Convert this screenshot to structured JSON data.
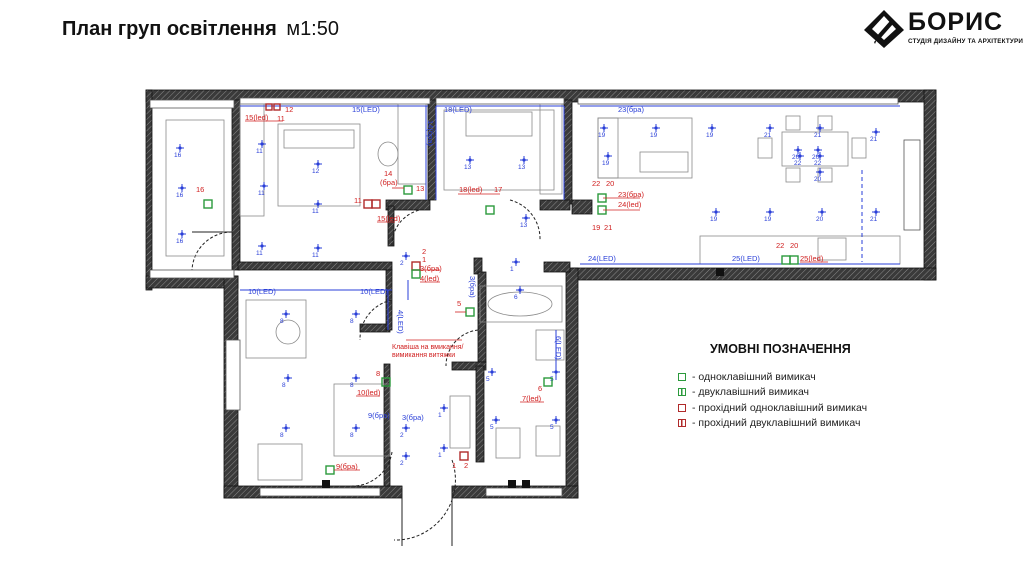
{
  "header": {
    "title": "План груп освітлення",
    "scale": "м1:50"
  },
  "logo": {
    "name": "БОРИС",
    "subtitle": "СТУДІЯ ДИЗАЙНУ ТА АРХІТЕКТУРИ"
  },
  "legend": {
    "title": "УМОВНІ ПОЗНАЧЕННЯ",
    "items": [
      {
        "symbol": "single-switch",
        "label": "- одноклавішний вимикач"
      },
      {
        "symbol": "double-switch",
        "label": "- двуклавішний вимикач"
      },
      {
        "symbol": "passthrough-single-switch",
        "label": "- прохідний одноклавішний вимикач"
      },
      {
        "symbol": "passthrough-double-switch",
        "label": "- прохідний двуклавішний вимикач"
      }
    ]
  },
  "annotations": {
    "switch_note_line1": "Клавіша на вмикання/",
    "switch_note_line2": "вимикання витяжки"
  },
  "colors": {
    "wall": "#1e1e1e",
    "wall_hatch": "#6b6b6b",
    "furniture": "#8a8a8a",
    "lamp": "#2a3fd8",
    "switch_label": "#d02020",
    "switch_green": "#2b9a3c",
    "passthrough_red": "#b02a2a"
  },
  "labels": {
    "l1": "15(LED)",
    "l2": "18(LED)",
    "l3": "23(бра)",
    "l4": "14(бра)",
    "l5": "15(led)",
    "l6": "12",
    "l7": "11",
    "l8": "14",
    "l9": "(бра)",
    "l10": "15(led)",
    "l11": "11",
    "l12": "13",
    "l13": "18(led)",
    "l14": "17",
    "l15": "22",
    "l16": "20",
    "l17": "23(бра)",
    "l18": "24(led)",
    "l19": "19",
    "l20": "19",
    "l21": "21",
    "l22": "16",
    "l23": "2",
    "l24": "1",
    "l25": "3(бра)",
    "l26": "4(led)",
    "l27": "24(LED)",
    "l28": "25(LED)",
    "l29": "22",
    "l30": "20",
    "l31": "25(led)",
    "l32": "10(LED)",
    "l33": "10(LED)",
    "l34": "4(LED)",
    "l35": "4(LED)",
    "l36": "3(бра)",
    "l37": "5",
    "l38": "8",
    "l39": "10(led)",
    "l40": "9(бра)",
    "l41": "3(бра)",
    "l42": "9(бра)",
    "l43": "7(LED)",
    "l44": "6",
    "l45": "7(led)",
    "l46": "1",
    "l47": "2",
    "l48": "6(LED)"
  },
  "lamps": [
    {
      "n": "16"
    },
    {
      "n": "16"
    },
    {
      "n": "16"
    },
    {
      "n": "11"
    },
    {
      "n": "12"
    },
    {
      "n": "11"
    },
    {
      "n": "11"
    },
    {
      "n": "11"
    },
    {
      "n": "11"
    },
    {
      "n": "13"
    },
    {
      "n": "13"
    },
    {
      "n": "13"
    },
    {
      "n": "19"
    },
    {
      "n": "19"
    },
    {
      "n": "19"
    },
    {
      "n": "19"
    },
    {
      "n": "19"
    },
    {
      "n": "19"
    },
    {
      "n": "21"
    },
    {
      "n": "21"
    },
    {
      "n": "21"
    },
    {
      "n": "21"
    },
    {
      "n": "20"
    },
    {
      "n": "20"
    },
    {
      "n": "20"
    },
    {
      "n": "20"
    },
    {
      "n": "22"
    },
    {
      "n": "22"
    },
    {
      "n": "8"
    },
    {
      "n": "8"
    },
    {
      "n": "8"
    },
    {
      "n": "8"
    },
    {
      "n": "8"
    },
    {
      "n": "8"
    },
    {
      "n": "2"
    },
    {
      "n": "1"
    },
    {
      "n": "1"
    },
    {
      "n": "1"
    },
    {
      "n": "5"
    },
    {
      "n": "5"
    },
    {
      "n": "5"
    },
    {
      "n": "5"
    },
    {
      "n": "2"
    },
    {
      "n": "2"
    },
    {
      "n": "6"
    }
  ]
}
